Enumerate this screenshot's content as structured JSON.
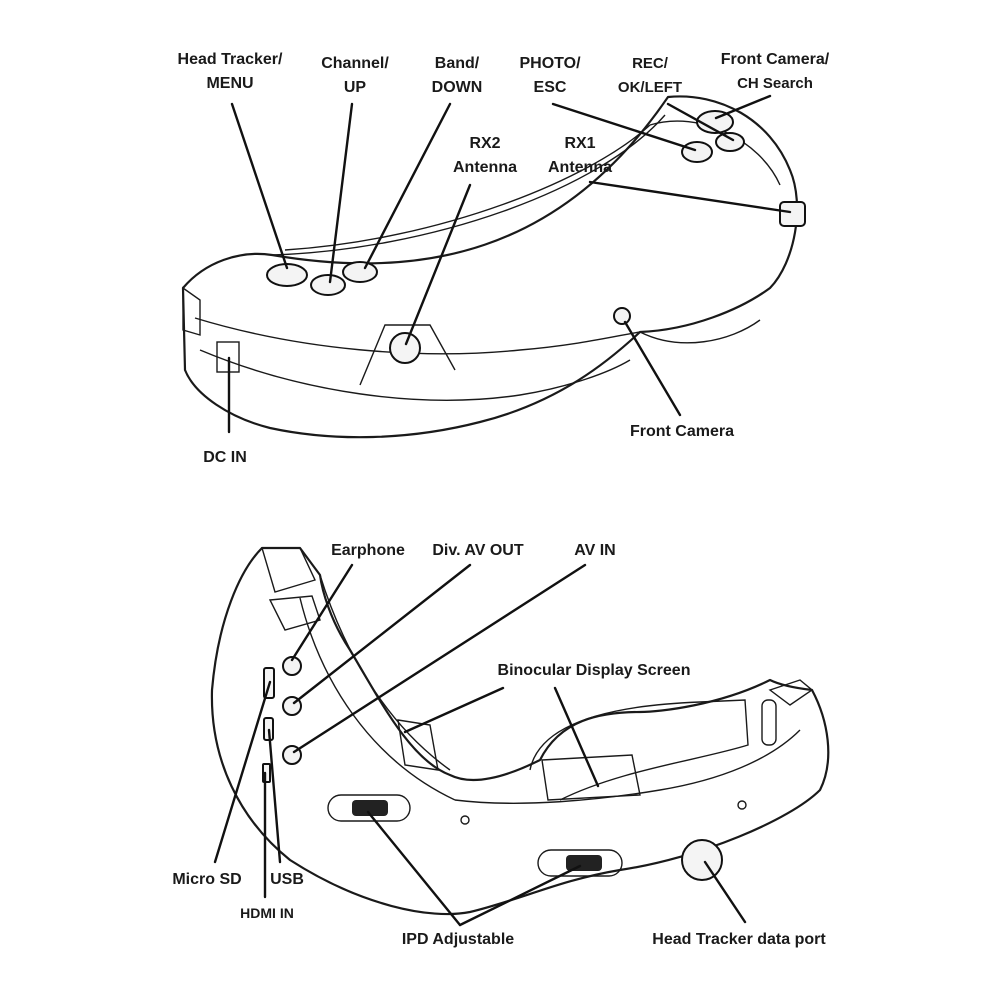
{
  "top_view": {
    "labels": {
      "head_tracker_menu": [
        "Head Tracker/",
        "MENU"
      ],
      "channel_up": [
        "Channel/",
        "UP"
      ],
      "band_down": [
        "Band/",
        "DOWN"
      ],
      "photo_esc": [
        "PHOTO/",
        "ESC"
      ],
      "rec_ok_left": [
        "REC/",
        "OK/LEFT"
      ],
      "front_camera_ch_search": [
        "Front Camera/",
        "CH Search"
      ],
      "rx2_antenna": [
        "RX2",
        "Antenna"
      ],
      "rx1_antenna": [
        "RX1",
        "Antenna"
      ],
      "front_camera": "Front Camera",
      "dc_in": "DC IN"
    }
  },
  "bottom_view": {
    "labels": {
      "earphone": "Earphone",
      "div_av_out": "Div. AV OUT",
      "av_in": "AV IN",
      "binocular_display_screen": "Binocular Display Screen",
      "micro_sd": "Micro SD",
      "usb": "USB",
      "hdmi_in": "HDMI IN",
      "ipd_adjustable": "IPD Adjustable",
      "head_tracker_data_port": "Head Tracker data port"
    }
  }
}
